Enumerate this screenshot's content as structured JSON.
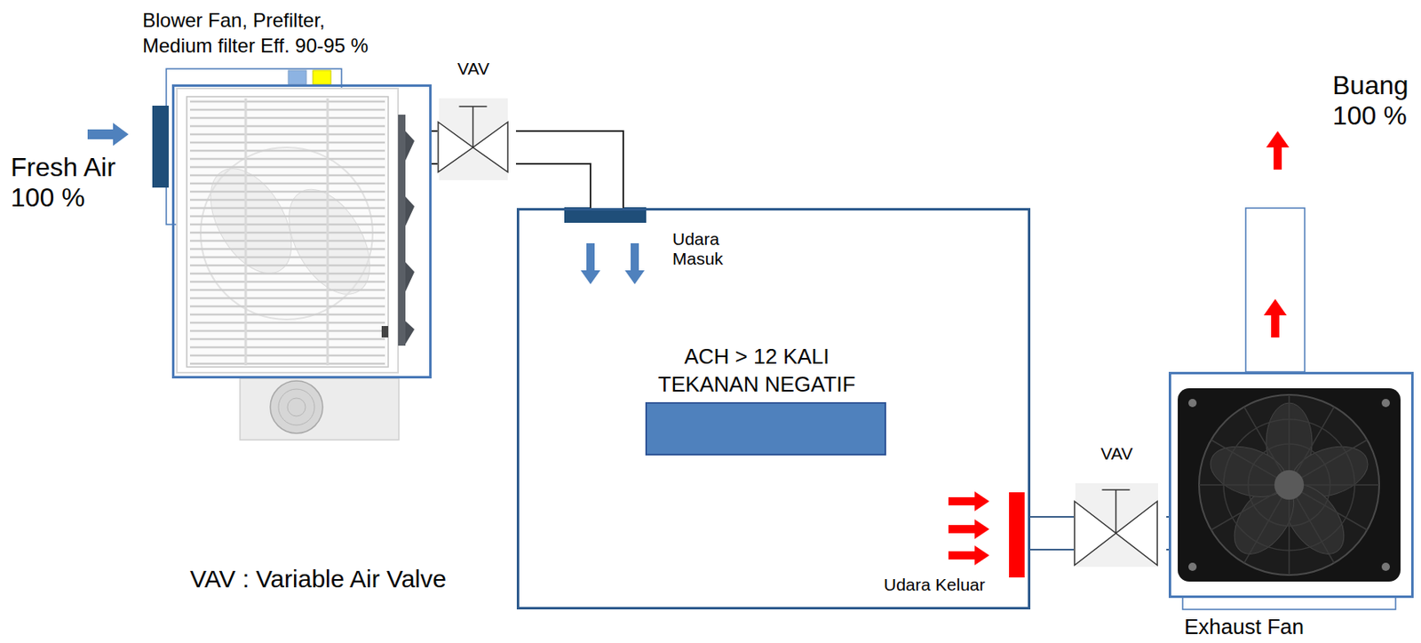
{
  "diagram": {
    "nodes": [
      {
        "text": [
          "Blower Fan, Prefilter, Medium filter Eff. 90-95 %"
        ]
      },
      {
        "text": [
          "VAV"
        ]
      },
      {
        "text": [
          "ACH > 12 KALI",
          "TEKANAN NEGATIF"
        ]
      },
      {
        "text": [
          "VAV"
        ]
      },
      {
        "text": [
          "Exhaust Fan"
        ]
      }
    ],
    "edges": [
      {
        "from": 0,
        "to": 1,
        "arrow": "none"
      },
      {
        "from": 1,
        "to": 2,
        "arrow": "none"
      },
      {
        "from": 2,
        "to": 3,
        "arrow": "none"
      },
      {
        "from": 3,
        "to": 4,
        "arrow": "none"
      }
    ],
    "labels": [
      "Fresh Air 100 %",
      "Udara Masuk",
      "Udara Keluar",
      "Buang 100 %",
      "VAV : Variable Air Valve"
    ]
  }
}
